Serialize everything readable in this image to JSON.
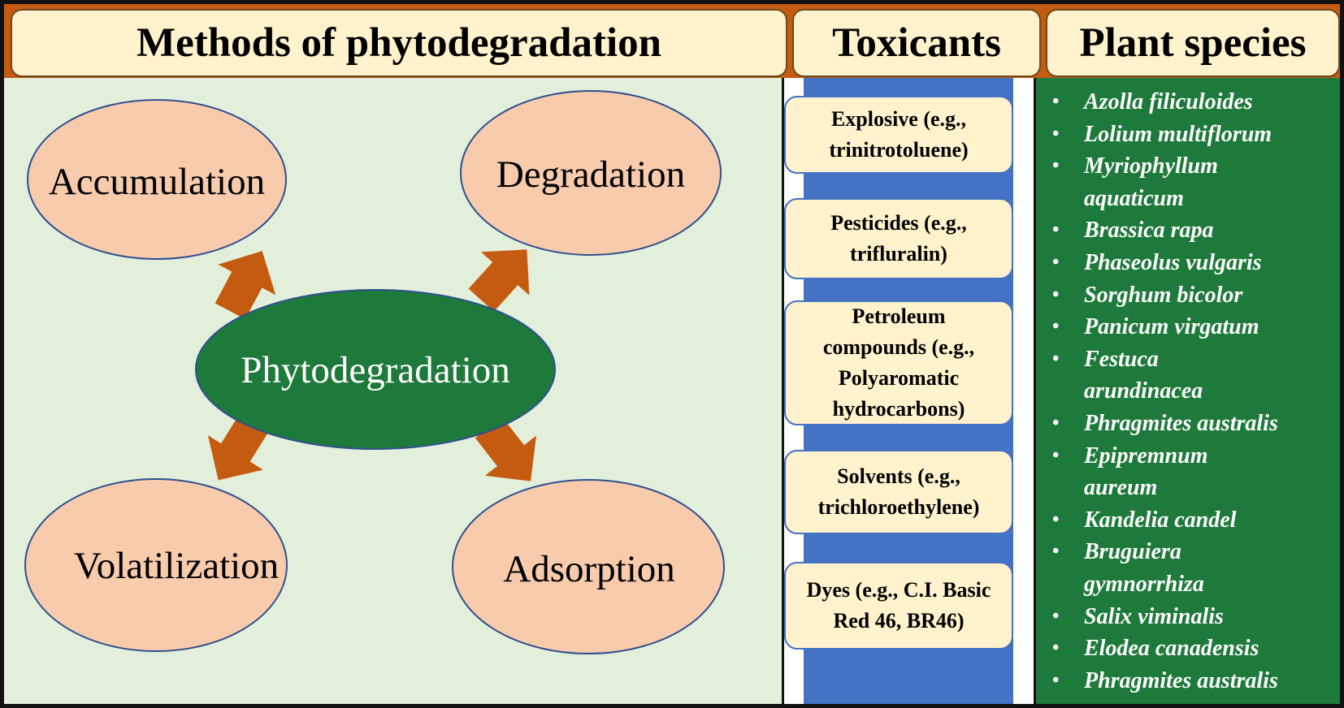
{
  "headers": {
    "methods": "Methods of phytodegradation",
    "toxicants": "Toxicants",
    "plants": "Plant species"
  },
  "diagram": {
    "center": "Phytodegradation",
    "methods": {
      "accumulation": "Accumulation",
      "degradation": "Degradation",
      "volatilization": "Volatilization",
      "adsorption": "Adsorption"
    }
  },
  "toxicants": [
    {
      "lines": [
        "Explosive (e.g.,",
        "trinitrotoluene)"
      ]
    },
    {
      "lines": [
        "Pesticides (e.g.,",
        "trifluralin)"
      ]
    },
    {
      "lines": [
        "Petroleum",
        "compounds (e.g.,",
        "Polyaromatic",
        "hydrocarbons)"
      ]
    },
    {
      "lines": [
        "Solvents (e.g.,",
        "trichloroethylene)"
      ]
    },
    {
      "lines": [
        "Dyes (e.g., C.I. Basic",
        "Red 46, BR46)"
      ]
    }
  ],
  "plants": [
    {
      "lines": [
        "Azolla filiculoides"
      ]
    },
    {
      "lines": [
        "Lolium multiflorum"
      ]
    },
    {
      "lines": [
        "Myriophyllum",
        "aquaticum"
      ]
    },
    {
      "lines": [
        "Brassica rapa"
      ]
    },
    {
      "lines": [
        "Phaseolus vulgaris"
      ]
    },
    {
      "lines": [
        "Sorghum bicolor"
      ]
    },
    {
      "lines": [
        "Panicum virgatum"
      ]
    },
    {
      "lines": [
        "Festuca",
        "arundinacea"
      ]
    },
    {
      "lines": [
        "Phragmites australis"
      ]
    },
    {
      "lines": [
        "Epipremnum",
        "aureum"
      ]
    },
    {
      "lines": [
        "Kandelia candel"
      ]
    },
    {
      "lines": [
        "Bruguiera",
        "gymnorrhiza"
      ]
    },
    {
      "lines": [
        "Salix viminalis"
      ]
    },
    {
      "lines": [
        "Elodea canadensis"
      ]
    },
    {
      "lines": [
        "Phragmites australis"
      ]
    }
  ],
  "colors": {
    "frame": "#c55a11",
    "header_fill": "#fff2cc",
    "methods_panel": "#e2efda",
    "method_ellipse": "#f8cbad",
    "center_ellipse": "#1e7a3b",
    "arrow": "#c55a11",
    "tox_strip": "#4472c4",
    "plant_panel": "#1e7a3b"
  }
}
